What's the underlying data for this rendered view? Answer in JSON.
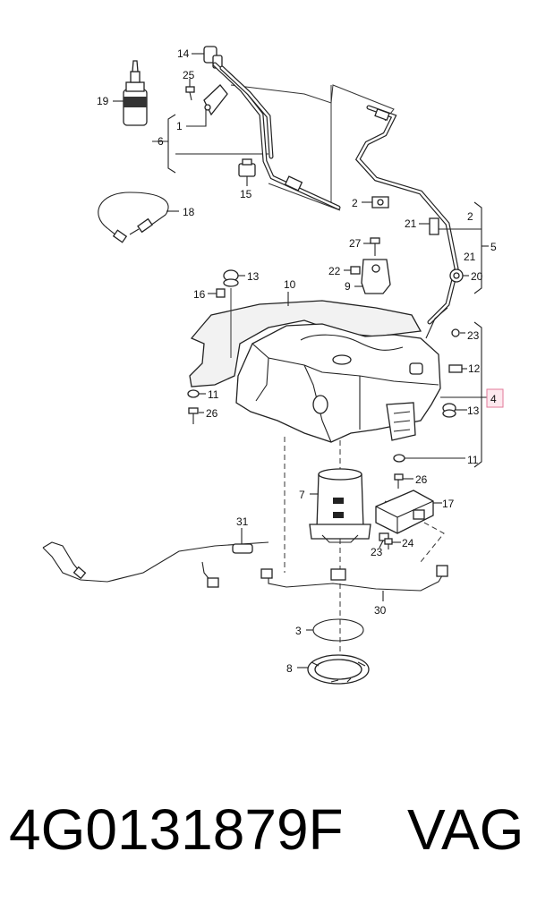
{
  "diagram": {
    "labels": {
      "l14": "14",
      "l25": "25",
      "l19": "19",
      "l1": "1",
      "l6": "6",
      "l15": "15",
      "l2a": "2",
      "l21a": "21",
      "l2b": "2",
      "l21b": "21",
      "l5": "5",
      "l20": "20",
      "l18": "18",
      "l27": "27",
      "l22": "22",
      "l9": "9",
      "l13a": "13",
      "l10": "10",
      "l16": "16",
      "l23a": "23",
      "l12": "12",
      "l4": "4",
      "l11a": "11",
      "l26a": "26",
      "l13b": "13",
      "l11b": "11",
      "l26b": "26",
      "l7": "7",
      "l17": "17",
      "l31": "31",
      "l24": "24",
      "l23b": "23",
      "l30": "30",
      "l3": "3",
      "l8": "8"
    },
    "highlight_color": "#e27a9a"
  },
  "footer": {
    "part_number": "4G0131879F",
    "brand": "VAG"
  }
}
